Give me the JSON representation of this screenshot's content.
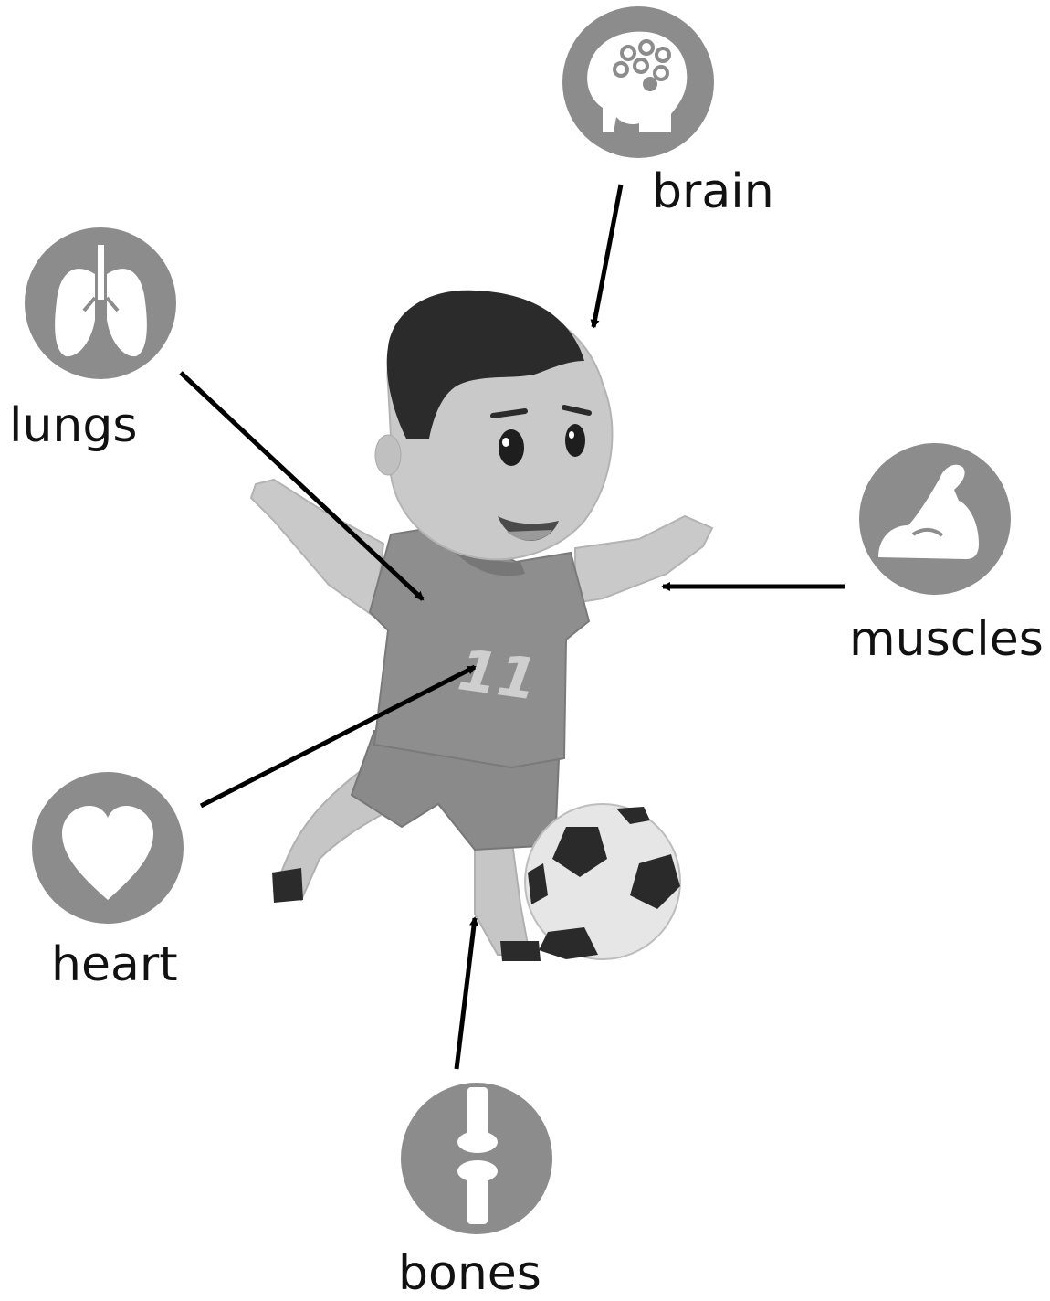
{
  "diagram": {
    "figure": {
      "jersey_number": "11"
    },
    "organs": [
      {
        "id": "brain",
        "label": "brain",
        "icon": "brain-icon"
      },
      {
        "id": "lungs",
        "label": "lungs",
        "icon": "lungs-icon"
      },
      {
        "id": "muscles",
        "label": "muscles",
        "icon": "flexed-arm-icon"
      },
      {
        "id": "heart",
        "label": "heart",
        "icon": "heart-icon"
      },
      {
        "id": "bones",
        "label": "bones",
        "icon": "bone-joint-icon"
      }
    ],
    "colors": {
      "icon_circle": "#8c8c8c",
      "icon_glyph": "#ffffff",
      "arrow": "#000000",
      "hair": "#2b2b2b",
      "skin": "#c9c9c9",
      "shirt": "#8e8e8e",
      "ball_patch": "#2a2a2a"
    }
  }
}
